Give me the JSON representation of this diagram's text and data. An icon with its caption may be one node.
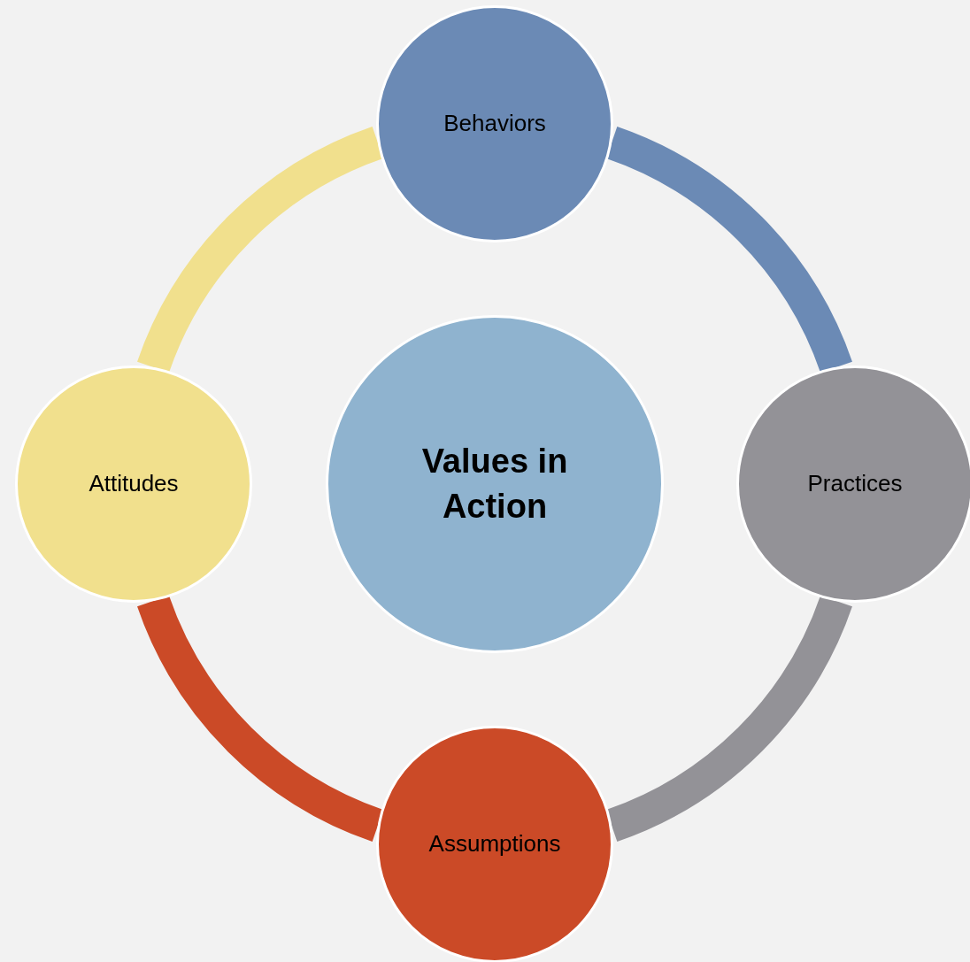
{
  "diagram": {
    "nodes": [
      {
        "text": [
          "Values in Action"
        ]
      },
      {
        "text": [
          "Behaviors"
        ]
      },
      {
        "text": [
          "Practices"
        ]
      },
      {
        "text": [
          "Assumptions"
        ]
      },
      {
        "text": [
          "Attitudes"
        ]
      }
    ],
    "edges": [
      {
        "from": 1,
        "to": 2,
        "arrow": "none",
        "color": "#6b8ab5"
      },
      {
        "from": 2,
        "to": 3,
        "arrow": "none",
        "color": "#939297"
      },
      {
        "from": 3,
        "to": 4,
        "arrow": "none",
        "color": "#cb4a27"
      },
      {
        "from": 4,
        "to": 1,
        "arrow": "none",
        "color": "#f1e08d"
      }
    ]
  }
}
